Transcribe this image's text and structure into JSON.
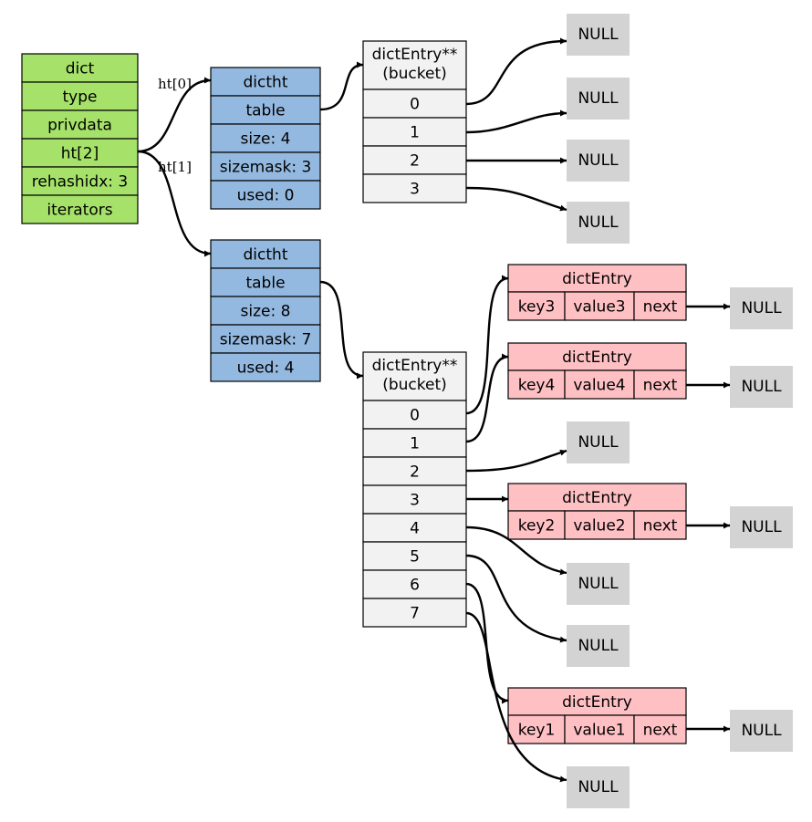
{
  "colors": {
    "dict_fill": "#a6e26a",
    "dictht_fill": "#94b9e0",
    "bucket_fill": "#f2f2f2",
    "entry_fill": "#ffc0c4",
    "null_fill": "#d3d3d3",
    "edge": "#000000"
  },
  "dict": {
    "fields": [
      "dict",
      "type",
      "privdata",
      "ht[2]",
      "rehashidx: 3",
      "iterators"
    ]
  },
  "ht0": {
    "fields": [
      "dictht",
      "table",
      "size: 4",
      "sizemask: 3",
      "used: 0"
    ],
    "edge_label": "ht[0]"
  },
  "ht1": {
    "fields": [
      "dictht",
      "table",
      "size: 8",
      "sizemask: 7",
      "used: 4"
    ],
    "edge_label": "ht[1]"
  },
  "bucket0": {
    "title_line1": "dictEntry**",
    "title_line2": "(bucket)",
    "indexes": [
      "0",
      "1",
      "2",
      "3"
    ]
  },
  "bucket1": {
    "title_line1": "dictEntry**",
    "title_line2": "(bucket)",
    "indexes": [
      "0",
      "1",
      "2",
      "3",
      "4",
      "5",
      "6",
      "7"
    ]
  },
  "entries": [
    {
      "title": "dictEntry",
      "key": "key3",
      "value": "value3",
      "next": "next"
    },
    {
      "title": "dictEntry",
      "key": "key4",
      "value": "value4",
      "next": "next"
    },
    {
      "title": "dictEntry",
      "key": "key2",
      "value": "value2",
      "next": "next"
    },
    {
      "title": "dictEntry",
      "key": "key1",
      "value": "value1",
      "next": "next"
    }
  ],
  "null_label": "NULL"
}
